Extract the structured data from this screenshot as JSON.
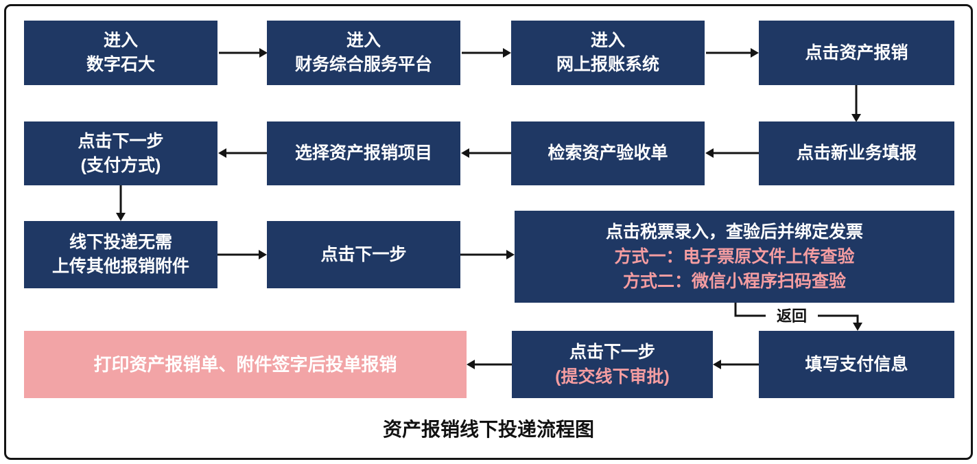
{
  "title": "资产报销线下投递流程图",
  "connector": {
    "back_label": "返回"
  },
  "boxes": {
    "enter_shida": "进入\n数字石大",
    "enter_finance_platform": "进入\n财务综合服务平台",
    "enter_online_system": "进入\n网上报账系统",
    "click_asset_reimbursement": "点击资产报销",
    "click_new_business": "点击新业务填报",
    "search_acceptance_form": "检索资产验收单",
    "select_project": "选择资产报销项目",
    "next_payment_method": "点击下一步\n(支付方式)",
    "offline_no_attachments": "线下投递无需\n上传其他报销附件",
    "click_next": "点击下一步",
    "tax_invoice_entry": {
      "line1": "点击税票录入，查验后并绑定发票",
      "line2": "方式一：电子票原文件上传查验",
      "line3": "方式二：微信小程序扫码查验"
    },
    "fill_payment_info": "填写支付信息",
    "next_submit_offline": {
      "line1": "点击下一步",
      "line2": "(提交线下审批)"
    },
    "print_and_submit": "打印资产报销单、附件签字后投单报销"
  },
  "colors": {
    "navy": "#1f3864",
    "pink_box": "#f2a4a6",
    "pink_text": "#f59da1",
    "arrow": "#141414",
    "border": "#141414"
  }
}
